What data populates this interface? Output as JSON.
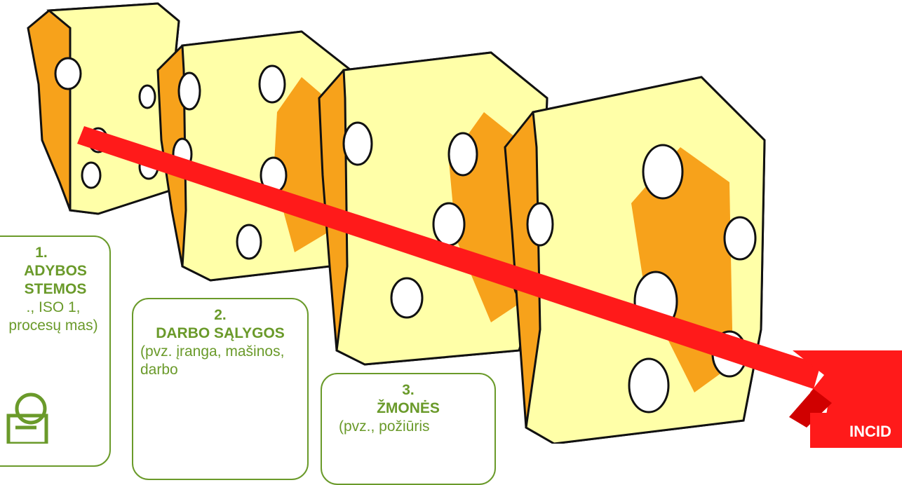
{
  "boxes": [
    {
      "number": "1.",
      "heading": "ADYBOS STEMOS",
      "desc": "., ISO 1, procesų mas)"
    },
    {
      "number": "2.",
      "heading": "DARBO SĄLYGOS",
      "desc": "(pvz. įranga, mašinos, darbo"
    },
    {
      "number": "3.",
      "heading": "ŽMONĖS",
      "desc": "(pvz., požiūris"
    }
  ],
  "incident_label": "INCID",
  "colors": {
    "cheese_face": "#ffffa8",
    "cheese_side": "#f7a21b",
    "arrow": "#ff1a1a",
    "box_text": "#6a9a2a",
    "outline": "#111111"
  },
  "icons": [
    "cheese-slice-icon",
    "red-arrow-icon",
    "document-icon"
  ]
}
